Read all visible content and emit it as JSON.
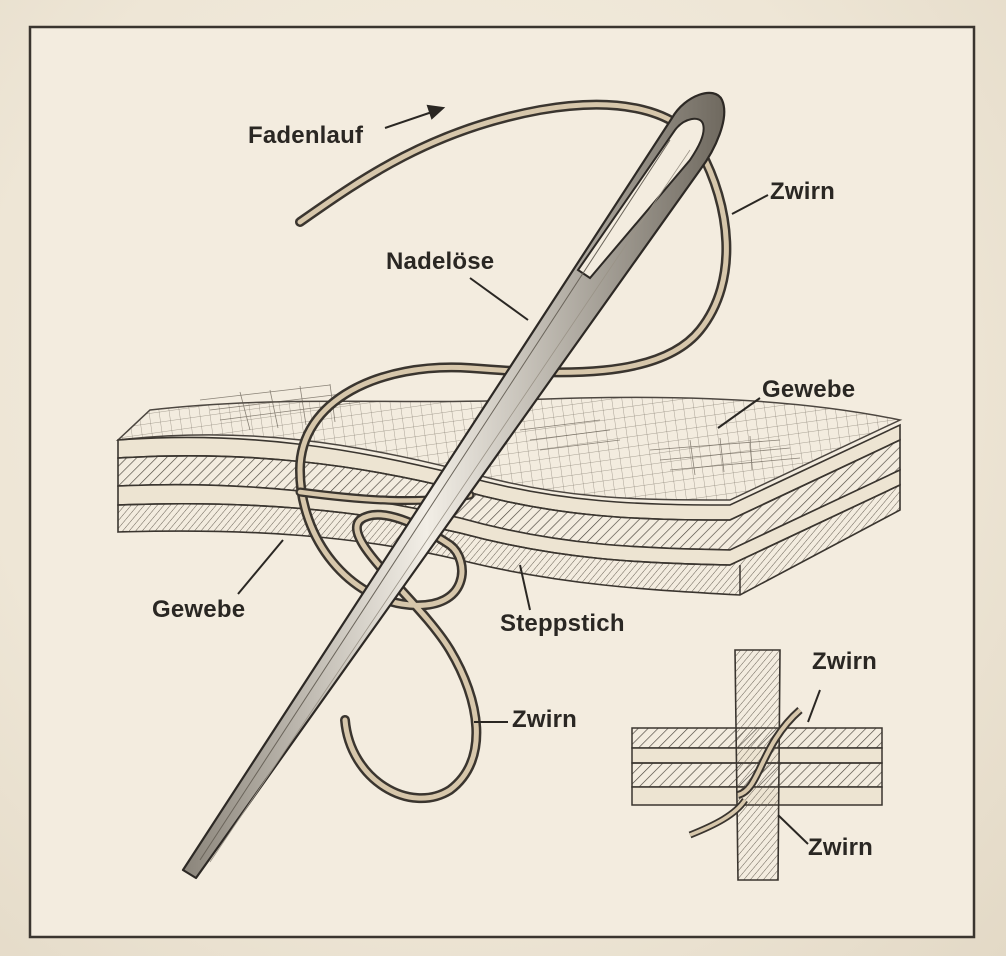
{
  "diagram": {
    "labels": {
      "fadenlauf": "Fadenlauf",
      "zwirn_top": "Zwirn",
      "nadeloese": "Nadelöse",
      "gewebe_right": "Gewebe",
      "gewebe_left": "Gewebe",
      "steppstich": "Steppstich",
      "zwirn_loop": "Zwirn",
      "zwirn_inset_top": "Zwirn",
      "zwirn_inset_bottom": "Zwirn"
    }
  },
  "colors": {
    "paper": "#f3ecdf",
    "ink": "#2a2723",
    "thread": "#d7c7ab"
  }
}
